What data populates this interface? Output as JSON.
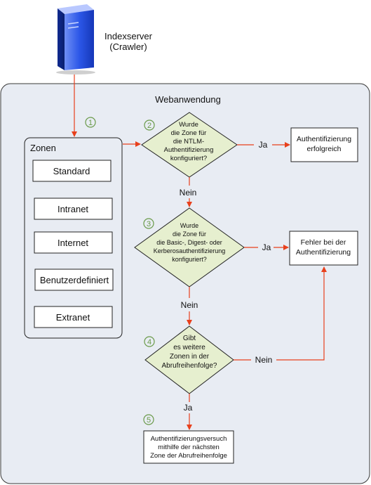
{
  "server": {
    "line1": "Indexserver",
    "line2": "(Crawler)"
  },
  "container": {
    "title": "Webanwendung"
  },
  "zones": {
    "title": "Zonen",
    "items": [
      "Standard",
      "Intranet",
      "Internet",
      "Benutzerdefiniert",
      "Extranet"
    ]
  },
  "steps": {
    "s1": "1",
    "s2": "2",
    "s3": "3",
    "s4": "4",
    "s5": "5"
  },
  "decision1": {
    "lines": [
      "Wurde",
      "die Zone für",
      "die NTLM-",
      "Authentifizierung",
      "konfiguriert?"
    ]
  },
  "decision2": {
    "lines": [
      "Wurde",
      "die Zone für",
      "die Basic-, Digest- oder",
      "Kerberosauthentifizierung",
      "konfiguriert?"
    ]
  },
  "decision3": {
    "lines": [
      "Gibt",
      "es weitere",
      "Zonen in der",
      "Abrufreihenfolge?"
    ]
  },
  "success_box": {
    "lines": [
      "Authentifizierung",
      "erfolgreich"
    ]
  },
  "error_box": {
    "lines": [
      "Fehler bei der",
      "Authentifizierung"
    ]
  },
  "final_box": {
    "lines": [
      "Authentifizierungsversuch",
      "mithilfe der nächsten",
      "Zone der Abrufreihenfolge"
    ]
  },
  "labels": {
    "ja": "Ja",
    "nein": "Nein"
  },
  "colors": {
    "arrow": "#e8401c",
    "container_bg": "#e8ecf3",
    "step_circle": "#6a9a4a",
    "server": "#1d46d6"
  }
}
